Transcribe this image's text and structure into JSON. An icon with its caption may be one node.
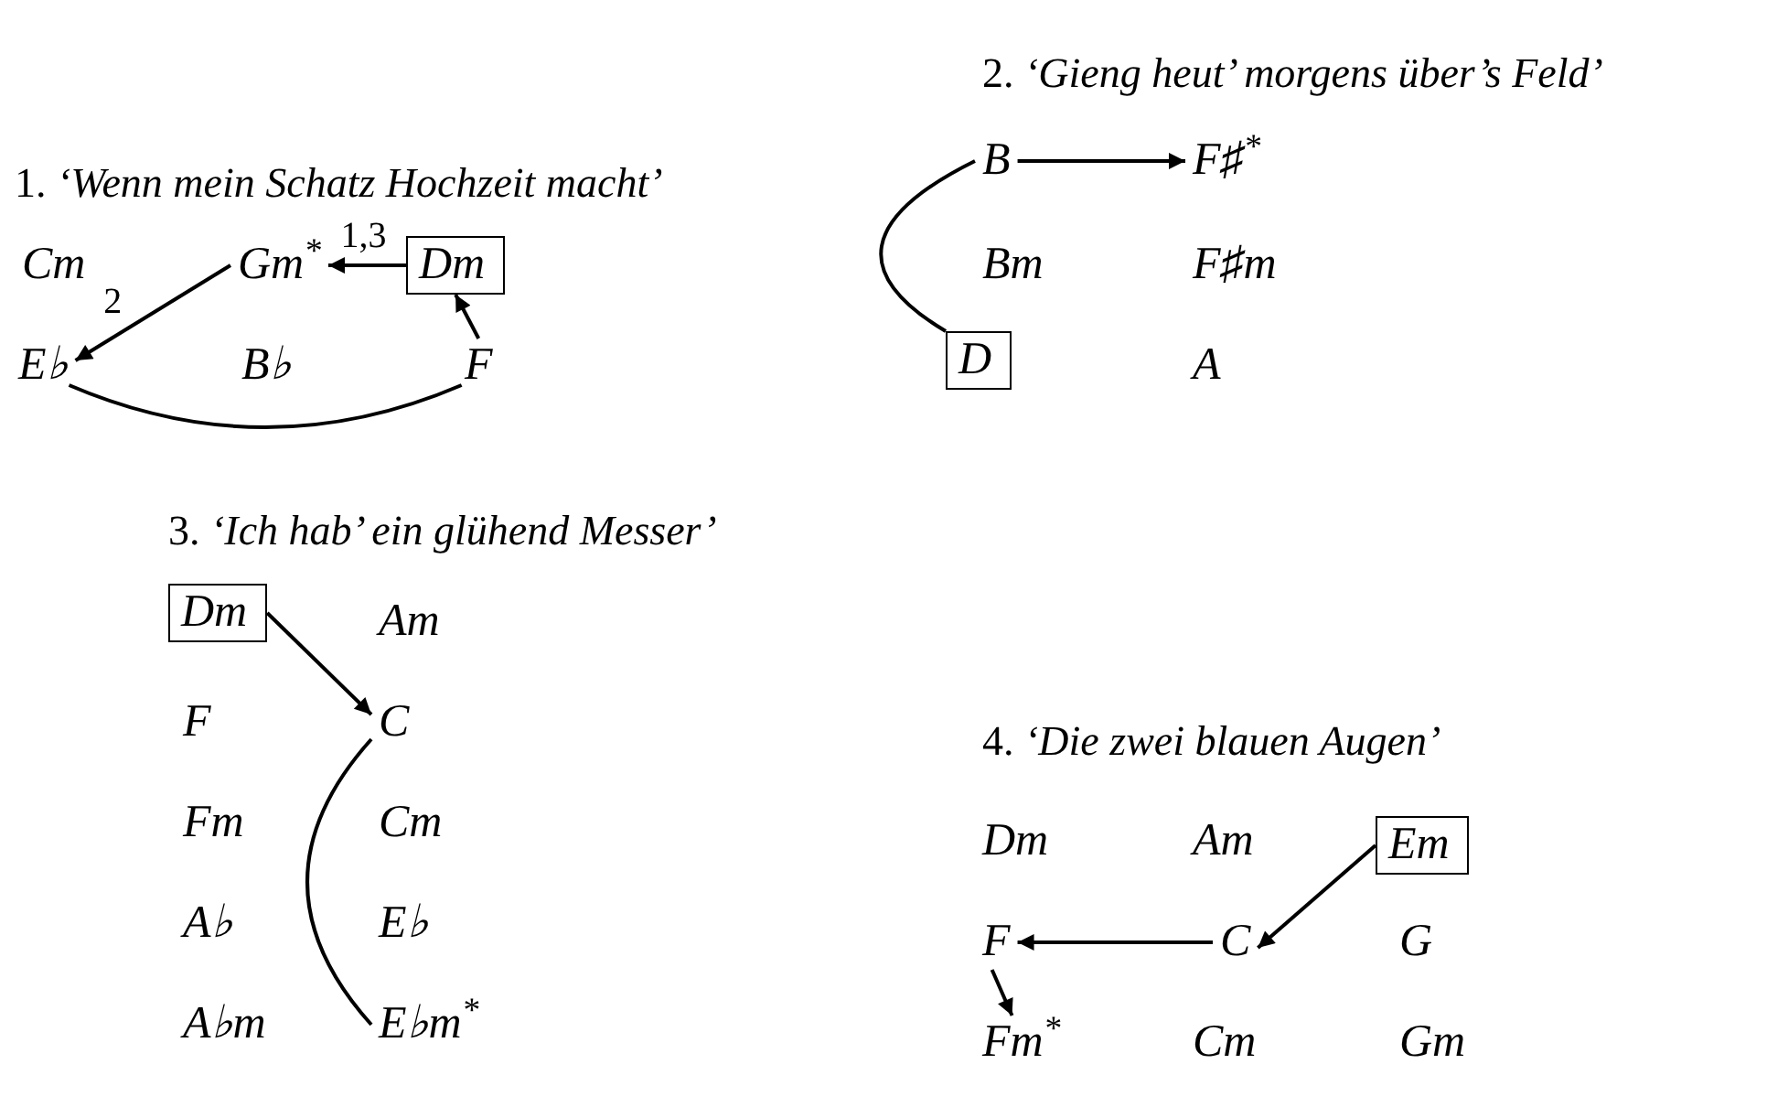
{
  "diagram": {
    "nodes": [
      {
        "text": [
          "Cm"
        ]
      },
      {
        "text": [
          "Gm$^{*}$"
        ]
      },
      {
        "text": [
          "Dm"
        ]
      },
      {
        "text": [
          "E♭"
        ]
      },
      {
        "text": [
          "B♭"
        ]
      },
      {
        "text": [
          "F"
        ]
      },
      {
        "text": [
          "B"
        ]
      },
      {
        "text": [
          "F♯$^{*}$"
        ]
      },
      {
        "text": [
          "Bm"
        ]
      },
      {
        "text": [
          "F♯m"
        ]
      },
      {
        "text": [
          "D"
        ]
      },
      {
        "text": [
          "A"
        ]
      },
      {
        "text": [
          "Dm"
        ]
      },
      {
        "text": [
          "Am"
        ]
      },
      {
        "text": [
          "F"
        ]
      },
      {
        "text": [
          "C"
        ]
      },
      {
        "text": [
          "Fm"
        ]
      },
      {
        "text": [
          "Cm"
        ]
      },
      {
        "text": [
          "A♭"
        ]
      },
      {
        "text": [
          "E♭"
        ]
      },
      {
        "text": [
          "A♭m"
        ]
      },
      {
        "text": [
          "E♭m$^{*}$"
        ]
      },
      {
        "text": [
          "Dm"
        ]
      },
      {
        "text": [
          "Am"
        ]
      },
      {
        "text": [
          "Em"
        ]
      },
      {
        "text": [
          "F"
        ]
      },
      {
        "text": [
          "C"
        ]
      },
      {
        "text": [
          "G"
        ]
      },
      {
        "text": [
          "Fm$^{*}$"
        ]
      },
      {
        "text": [
          "Cm"
        ]
      },
      {
        "text": [
          "Gm"
        ]
      }
    ],
    "edges": [
      {
        "from": 2,
        "to": 1,
        "arrow": "to",
        "label": "1,3"
      },
      {
        "from": 1,
        "to": 3,
        "arrow": "to",
        "label": "2"
      },
      {
        "from": 5,
        "to": 2,
        "arrow": "to"
      },
      {
        "from": 3,
        "to": 5,
        "arrow": "none"
      },
      {
        "from": 6,
        "to": 7,
        "arrow": "to"
      },
      {
        "from": 10,
        "to": 6,
        "arrow": "none"
      },
      {
        "from": 12,
        "to": 15,
        "arrow": "to"
      },
      {
        "from": 15,
        "to": 21,
        "arrow": "none"
      },
      {
        "from": 24,
        "to": 26,
        "arrow": "to"
      },
      {
        "from": 26,
        "to": 25,
        "arrow": "to"
      },
      {
        "from": 25,
        "to": 28,
        "arrow": "to"
      }
    ],
    "labels": [
      "1. *‘Wenn mein Schatz Hochzeit macht’*",
      "2. *‘Gieng heut’ morgens über’s Feld’*",
      "3. *‘Ich hab’ ein glühend Messer’*",
      "4. *‘Die zwei blauen Augen’*"
    ]
  }
}
